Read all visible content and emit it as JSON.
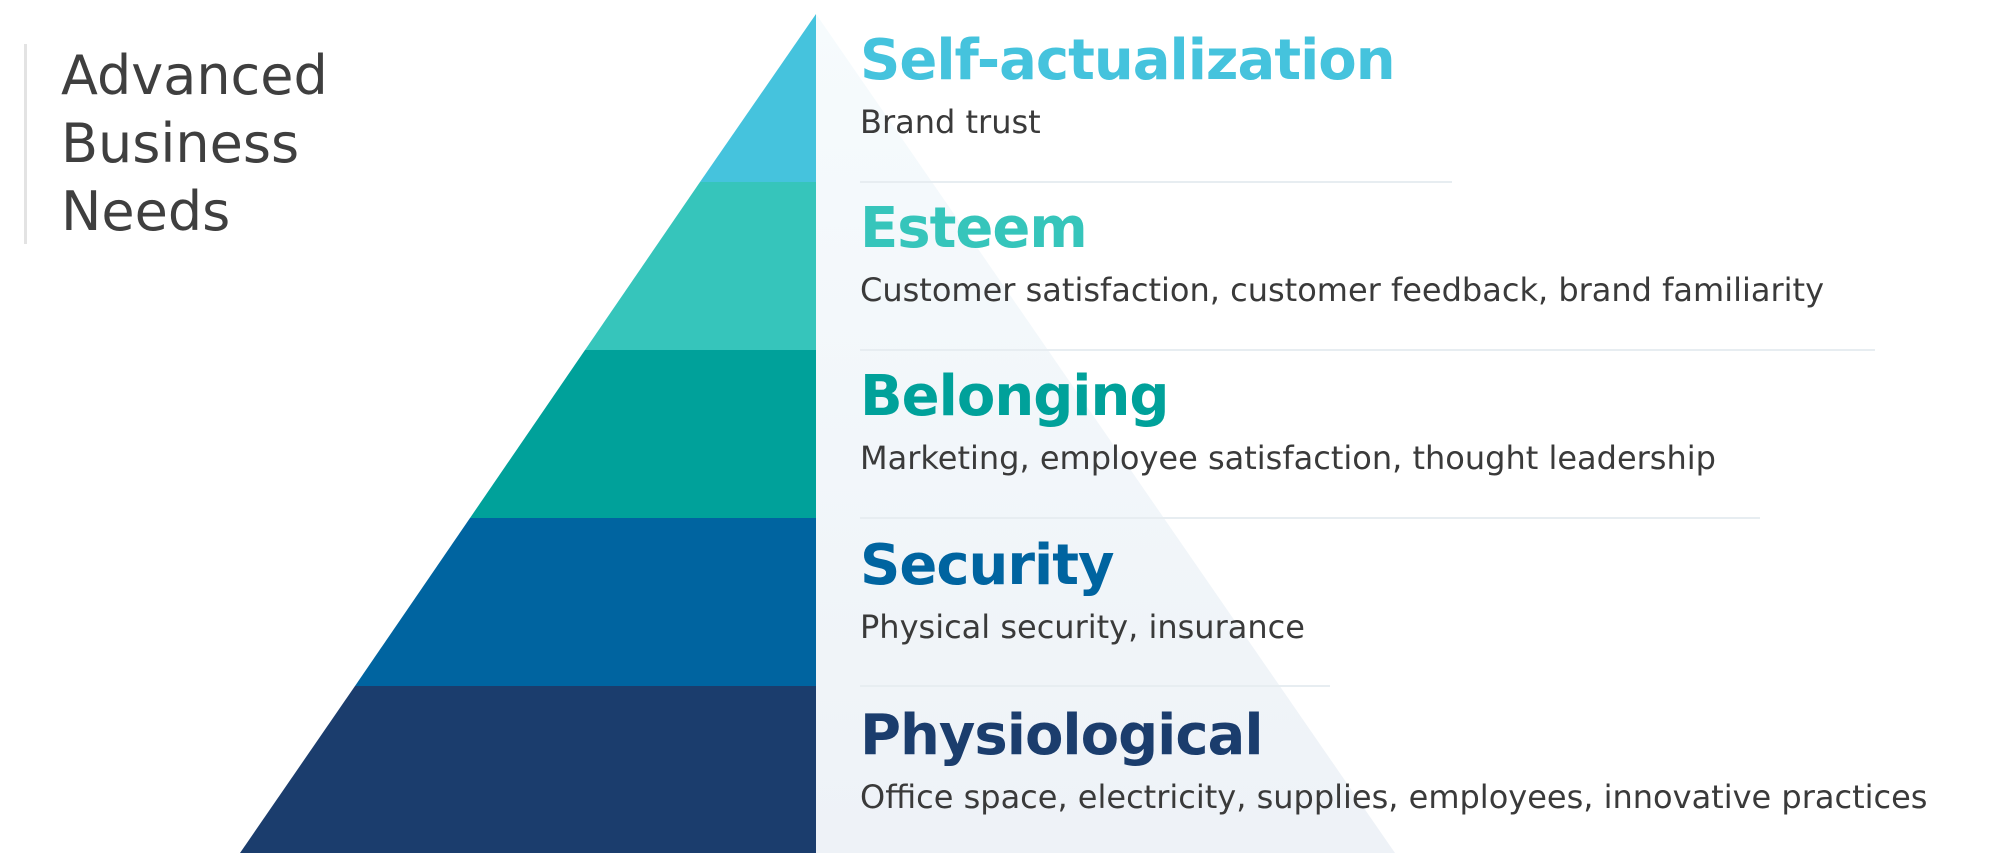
{
  "caption": {
    "lines": [
      "Advanced",
      "Business",
      "Needs"
    ]
  },
  "levels": [
    {
      "title": "Self-actualization",
      "description": "Brand trust",
      "color": "#45c3dd"
    },
    {
      "title": "Esteem",
      "description": "Customer satisfaction, customer feedback, brand familiarity",
      "color": "#36c5bb"
    },
    {
      "title": "Belonging",
      "description": "Marketing, employee satisfaction, thought leadership",
      "color": "#00a19a"
    },
    {
      "title": "Security",
      "description": "Physical security, insurance",
      "color": "#0064a0"
    },
    {
      "title": "Physiological",
      "description": "Office space, electricity, supplies, employees, innovative practices",
      "color": "#1b3d6d"
    }
  ],
  "colors": {
    "caption_text": "#3f3f3f",
    "description_text": "#3a3a3a",
    "pyramid_shade_top": "#f6fbfd",
    "pyramid_shade_bottom": "#eef2f7"
  }
}
